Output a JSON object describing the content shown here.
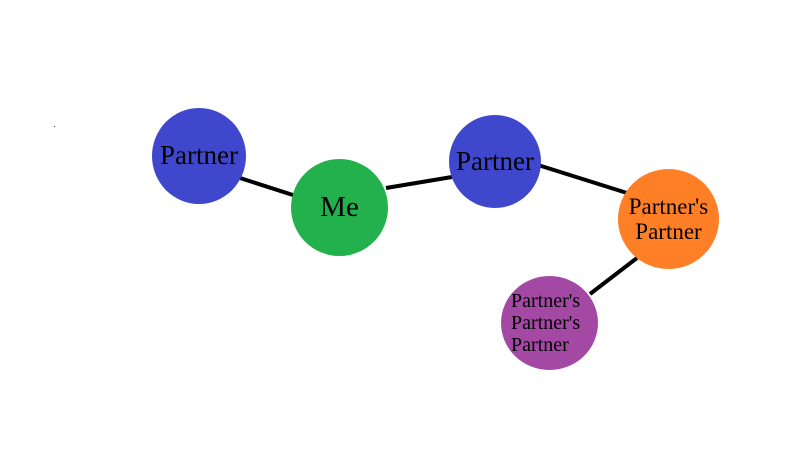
{
  "colors": {
    "partner": "#3f48cc",
    "me": "#22b14c",
    "partners_partner": "#ff7f27",
    "partners_partners_partner": "#a349a4",
    "edge": "#000000"
  },
  "nodes": {
    "partner_left": {
      "label": "Partner"
    },
    "me": {
      "label": "Me"
    },
    "partner_right": {
      "label": "Partner"
    },
    "partners_partner": {
      "label": "Partner's Partner"
    },
    "partners_partners_partner": {
      "label": "Partner's Partner's Partner"
    }
  },
  "edges": [
    [
      "partner_left",
      "me"
    ],
    [
      "me",
      "partner_right"
    ],
    [
      "partner_right",
      "partners_partner"
    ],
    [
      "partners_partner",
      "partners_partners_partner"
    ]
  ]
}
